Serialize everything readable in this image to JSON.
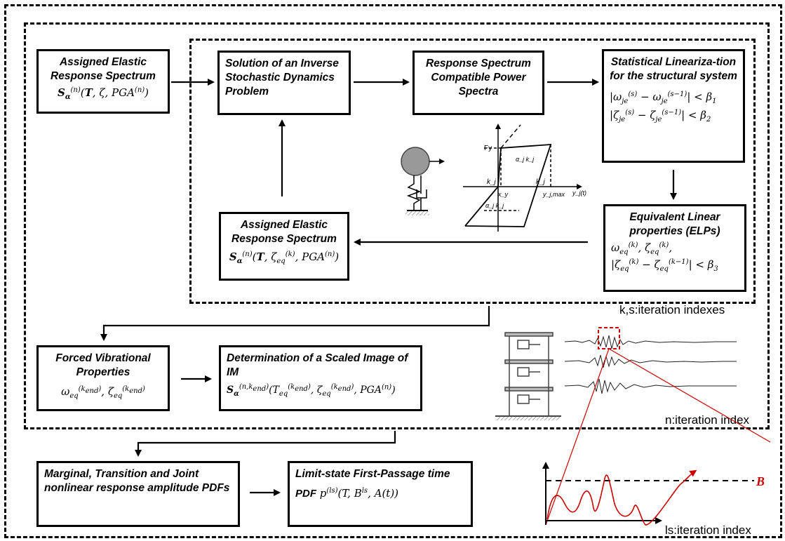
{
  "boxes": {
    "assigned_elastic_1": {
      "title": "Assigned Elastic Response Spectrum",
      "formula": "S_α^(n)(T, ζ, PGA^(n))"
    },
    "inverse_problem": {
      "title": "Solution of an Inverse Stochastic Dynamics Problem"
    },
    "compatible_spectra": {
      "title": "Response Spectrum Compatible Power Spectra"
    },
    "statistical_linearization": {
      "title": "Statistical Lineariza-tion for the structural system",
      "formula_1": "|ω_je^(s) − ω_je^(s−1)| < β₁",
      "formula_2": "|ζ_je^(s) − ζ_je^(s−1)| < β₂"
    },
    "equivalent_linear": {
      "title": "Equivalent Linear properties (ELPs)",
      "formula_1": "ω_eq^(k), ζ_eq^(k),",
      "formula_2": "|ζ_eq^(k) − ζ_eq^(k−1)| < β₃"
    },
    "assigned_elastic_2": {
      "title": "Assigned Elastic Response Spectrum",
      "formula": "S_α^(n)(T, ζ_eq^(k), PGA^(n))"
    },
    "forced_vibrational": {
      "title": "Forced Vibrational Properties",
      "formula": "ω_eq^(k_end), ζ_eq^(k_end)"
    },
    "scaled_image": {
      "title": "Determination of a Scaled Image of IM",
      "formula": "S_α^(n,k_end)(T_eq^(k_end), ζ_eq^(k_end), PGA^(n))"
    },
    "marginal_pdfs": {
      "title": "Marginal, Transition and Joint nonlinear response amplitude PDFs"
    },
    "first_passage": {
      "title": "Limit-state First-Passage time",
      "formula": "PDF p^(ls)(T, B^ls, A(t))"
    }
  },
  "labels": {
    "ks_iteration": "k,s:iteration indexes",
    "n_iteration": "n:iteration index",
    "ls_iteration": "ls:iteration index",
    "threshold": "B"
  },
  "hysteresis": {
    "fy": "Fy",
    "kj_left": "k_j",
    "kj_right": "k_j",
    "alpha_top": "α_j k_j",
    "alpha_bottom": "α_j k_j",
    "xy": "x_y",
    "yjmax": "y_j,max",
    "yjt": "y_j(t)"
  },
  "colors": {
    "line": "#000000",
    "highlight": "#cc0000",
    "signal": "#222222"
  }
}
